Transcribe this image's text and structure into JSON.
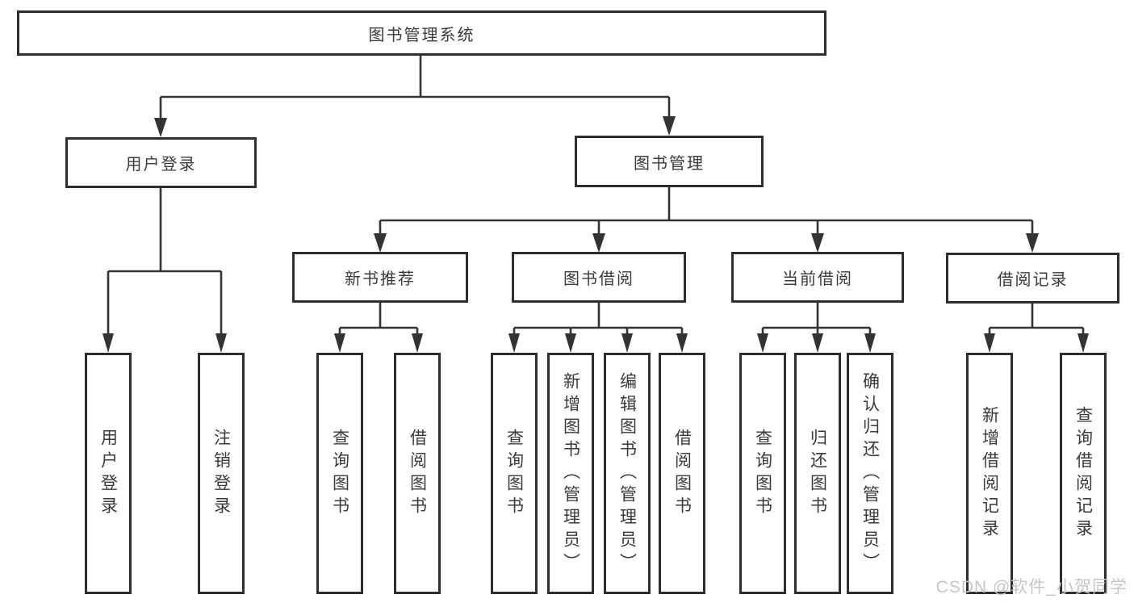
{
  "diagram": {
    "root": "图书管理系统",
    "branches": {
      "user_login": "用户登录",
      "book_mgmt": "图书管理"
    },
    "modules": {
      "new_book": "新书推荐",
      "book_borrow": "图书借阅",
      "current_borrow": "当前借阅",
      "borrow_record": "借阅记录"
    },
    "leaves": {
      "user_login": [
        "用户登录",
        "注销登录"
      ],
      "new_book": [
        "查询图书",
        "借阅图书"
      ],
      "book_borrow": [
        "查询图书",
        "新增图书（管理员）",
        "编辑图书（管理员）",
        "借阅图书"
      ],
      "current_borrow": [
        "查询图书",
        "归还图书",
        "确认归还（管理员）"
      ],
      "borrow_record": [
        "新增借阅记录",
        "查询借阅记录"
      ]
    }
  },
  "watermark": "CSDN @软件_小贺同学",
  "colors": {
    "line": "#333333",
    "box_border": "#2e2e2e",
    "text": "#3a3a3a",
    "watermark": "#c6c6c6",
    "background": "#ffffff"
  }
}
